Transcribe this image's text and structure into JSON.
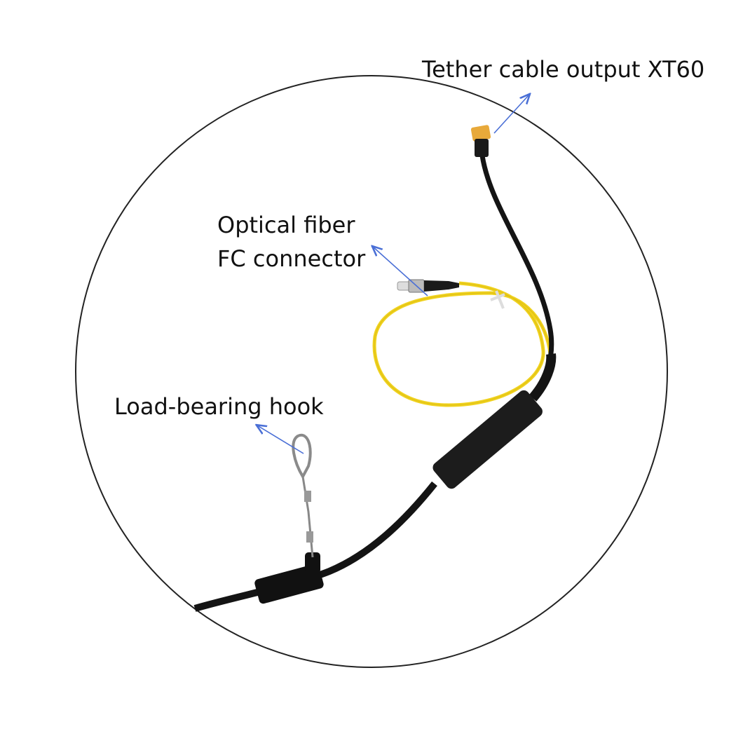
{
  "labels": {
    "tether": "Tether cable output XT60",
    "fiber_line1": "Optical fiber",
    "fiber_line2": "FC connector",
    "hook": "Load-bearing hook"
  },
  "colors": {
    "arrow": "#4a6fd6",
    "cable": "#141414",
    "fiber": "#f0d21e",
    "xt60": "#e8a93a",
    "circle": "#222222"
  }
}
